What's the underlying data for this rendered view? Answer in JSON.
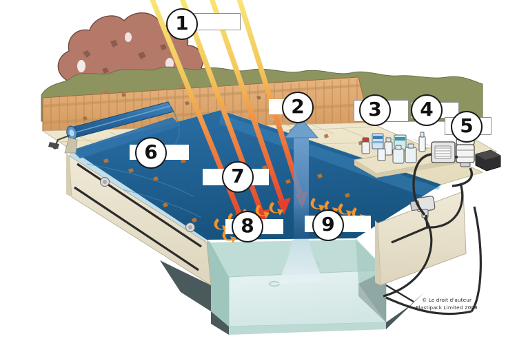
{
  "diagram": {
    "title": "Swimming pool heat loss and heating diagram",
    "subject": "cutaway illustration of an in-ground swimming pool with solar cover reel, filtration plant and heat-loss arrows"
  },
  "callouts": [
    {
      "id": "1",
      "number": "1",
      "label": "",
      "name": "callout-1-sun-radiation"
    },
    {
      "id": "2",
      "number": "2",
      "label": "",
      "name": "callout-2-evaporation"
    },
    {
      "id": "3",
      "number": "3",
      "label": "",
      "name": "callout-3-chemicals"
    },
    {
      "id": "4",
      "number": "4",
      "label": "",
      "name": "callout-4-filter"
    },
    {
      "id": "5",
      "number": "5",
      "label": "",
      "name": "callout-5-pump"
    },
    {
      "id": "6",
      "number": "6",
      "label": "",
      "name": "callout-6-pool-cover"
    },
    {
      "id": "7",
      "number": "7",
      "label": "",
      "name": "callout-7-solar-gain"
    },
    {
      "id": "8",
      "number": "8",
      "label": "",
      "name": "callout-8-wall-heat-loss"
    },
    {
      "id": "9",
      "number": "9",
      "label": "",
      "name": "callout-9-water-heat-loss"
    }
  ],
  "copyright": {
    "line1": "© Le droit d'auteur",
    "line2": "Plastipack Limited 2008"
  },
  "colors": {
    "sun_ray": "#f5e06a",
    "solar_arrow_hot": "#e8412e",
    "solar_arrow_warm": "#ef7c3c",
    "evaporation_arrow": "#4f82b8",
    "heat_loss_arrow": "#f3932c",
    "pool_water": "#1f6297",
    "pool_water_light": "#9ecfdf",
    "pool_cover": "#2d6fa8",
    "deck": "#ece3c4",
    "wall": "#e6e0cc",
    "fence": "#e0a86a",
    "hedge": "#8d9460",
    "tree": "#b5796a",
    "shadow": "#4a5a5c",
    "pool_shell": "#9fc6bd"
  },
  "scene": {
    "elements": [
      {
        "name": "tree",
        "label": "background tree"
      },
      {
        "name": "hedge",
        "label": "background hedge"
      },
      {
        "name": "fence",
        "label": "wooden garden fence"
      },
      {
        "name": "deck",
        "label": "tiled pool deck"
      },
      {
        "name": "pool-cover-reel",
        "label": "solar cover on reel"
      },
      {
        "name": "pool-water",
        "label": "pool water surface"
      },
      {
        "name": "pool-cutaway",
        "label": "cutaway pool shell"
      },
      {
        "name": "plant-platform",
        "label": "equipment platform"
      },
      {
        "name": "chemical-bottles",
        "label": "pool chemicals"
      },
      {
        "name": "filter-unit",
        "label": "sand filter"
      },
      {
        "name": "pump-unit",
        "label": "circulation pump"
      },
      {
        "name": "skimmer",
        "label": "wall skimmer fitting"
      },
      {
        "name": "pipework",
        "label": "suction and return pipework"
      }
    ]
  }
}
